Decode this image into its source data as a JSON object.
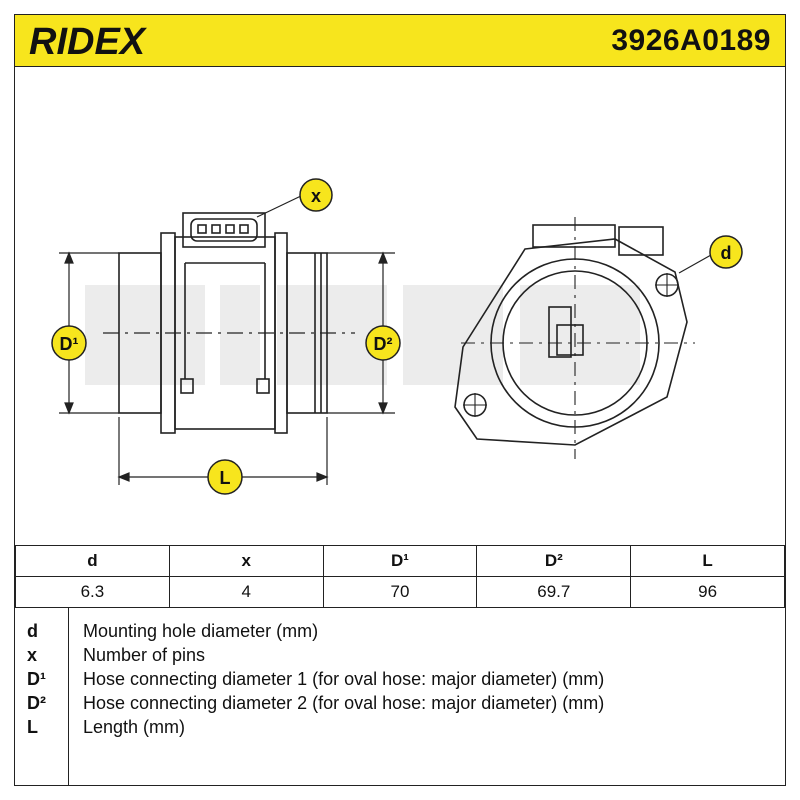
{
  "header": {
    "brand": "RIDEX",
    "part_number": "3926A0189"
  },
  "callouts": {
    "x": "x",
    "d": "d",
    "D1": "D¹",
    "D2": "D²",
    "L": "L"
  },
  "table": {
    "headers": [
      "d",
      "x",
      "D¹",
      "D²",
      "L"
    ],
    "values": [
      "6.3",
      "4",
      "70",
      "69.7",
      "96"
    ]
  },
  "legend": [
    {
      "key": "d",
      "desc": "Mounting hole diameter (mm)"
    },
    {
      "key": "x",
      "desc": "Number of pins"
    },
    {
      "key": "D¹",
      "desc": "Hose connecting diameter 1 (for oval hose: major diameter) (mm)"
    },
    {
      "key": "D²",
      "desc": "Hose connecting diameter 2 (for oval hose: major diameter) (mm)"
    },
    {
      "key": "L",
      "desc": "Length (mm)"
    }
  ],
  "colors": {
    "header_bg": "#f7e51d",
    "callout_bg": "#f7e51d",
    "line": "#222222",
    "watermark": "#e9e9e9"
  }
}
